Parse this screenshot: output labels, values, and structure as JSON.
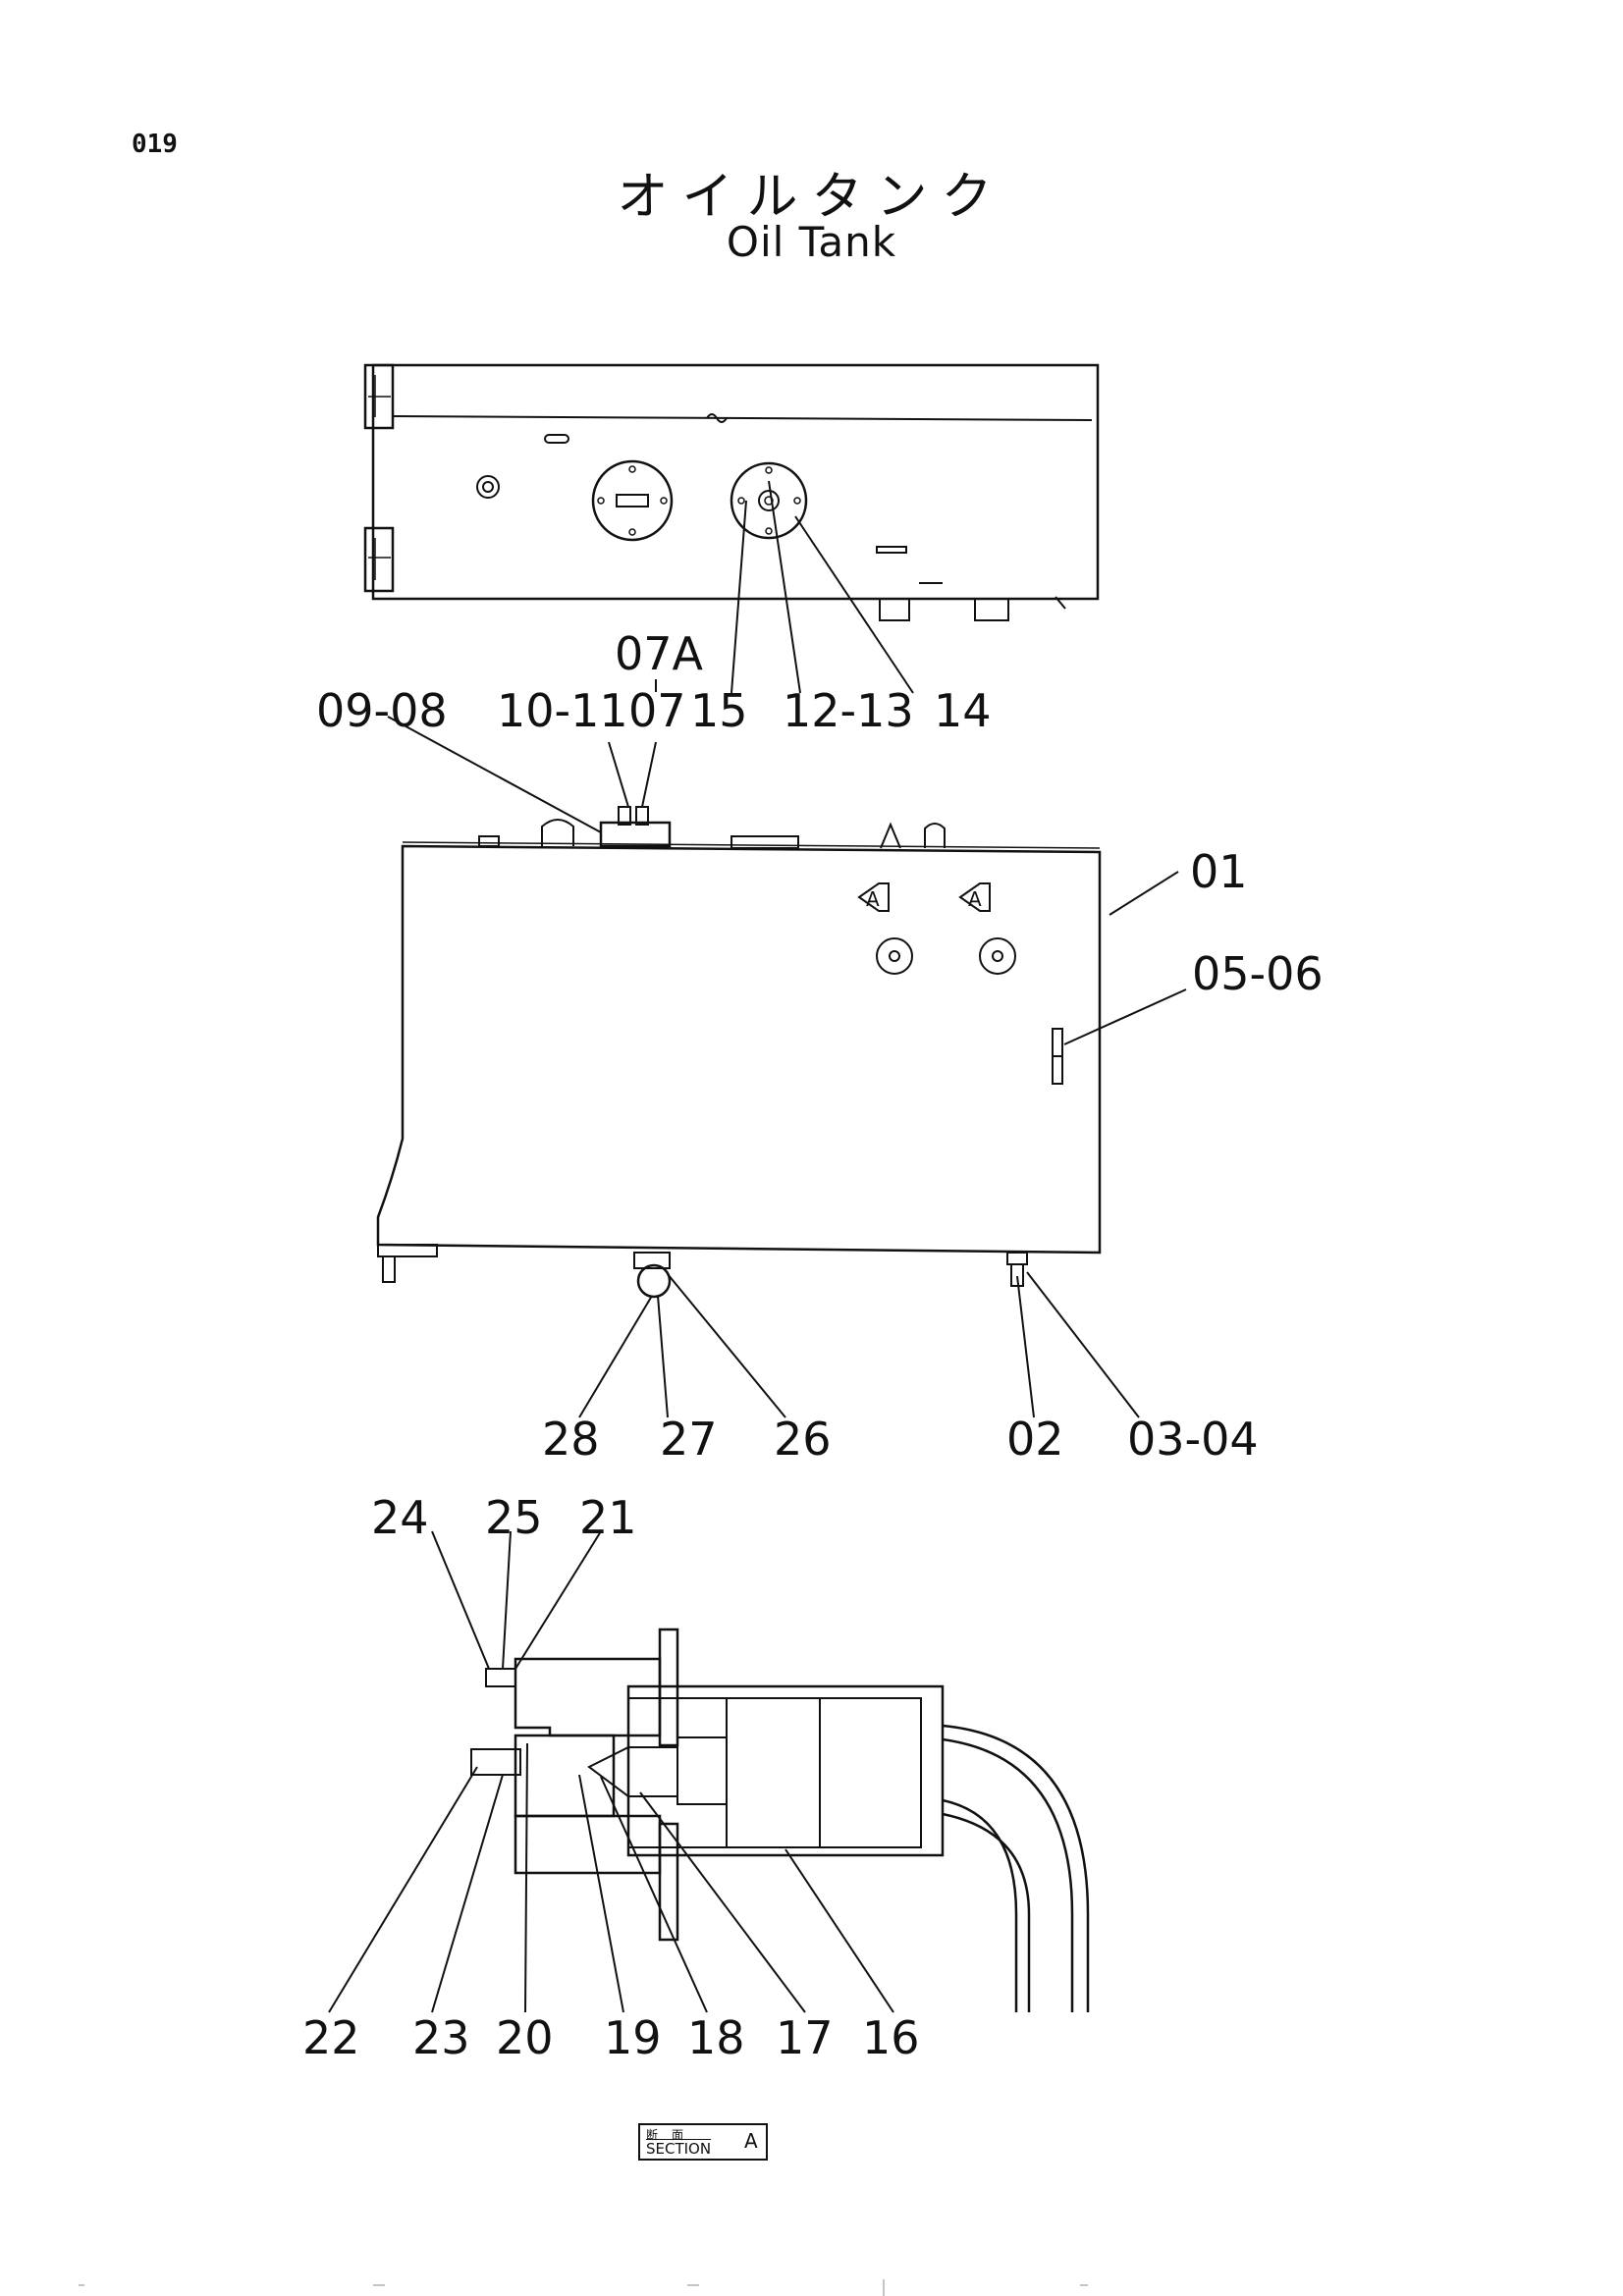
{
  "page_number": "019",
  "title_ja": "オイルタンク",
  "title_en": "Oil Tank",
  "callouts": {
    "c07A": "07A",
    "c0908": "09-08",
    "c1011": "10-11",
    "c07": "07",
    "c15": "15",
    "c1213": "12-13",
    "c14": "14",
    "c01": "01",
    "c0506": "05-06",
    "c28": "28",
    "c27": "27",
    "c26": "26",
    "c02": "02",
    "c0304": "03-04",
    "c24": "24",
    "c25": "25",
    "c21": "21",
    "c22": "22",
    "c23": "23",
    "c20": "20",
    "c19": "19",
    "c18": "18",
    "c17": "17",
    "c16": "16"
  },
  "section_marker": "A",
  "section_tag": {
    "kanji": "断面",
    "text": "SECTION",
    "letter": "A"
  }
}
